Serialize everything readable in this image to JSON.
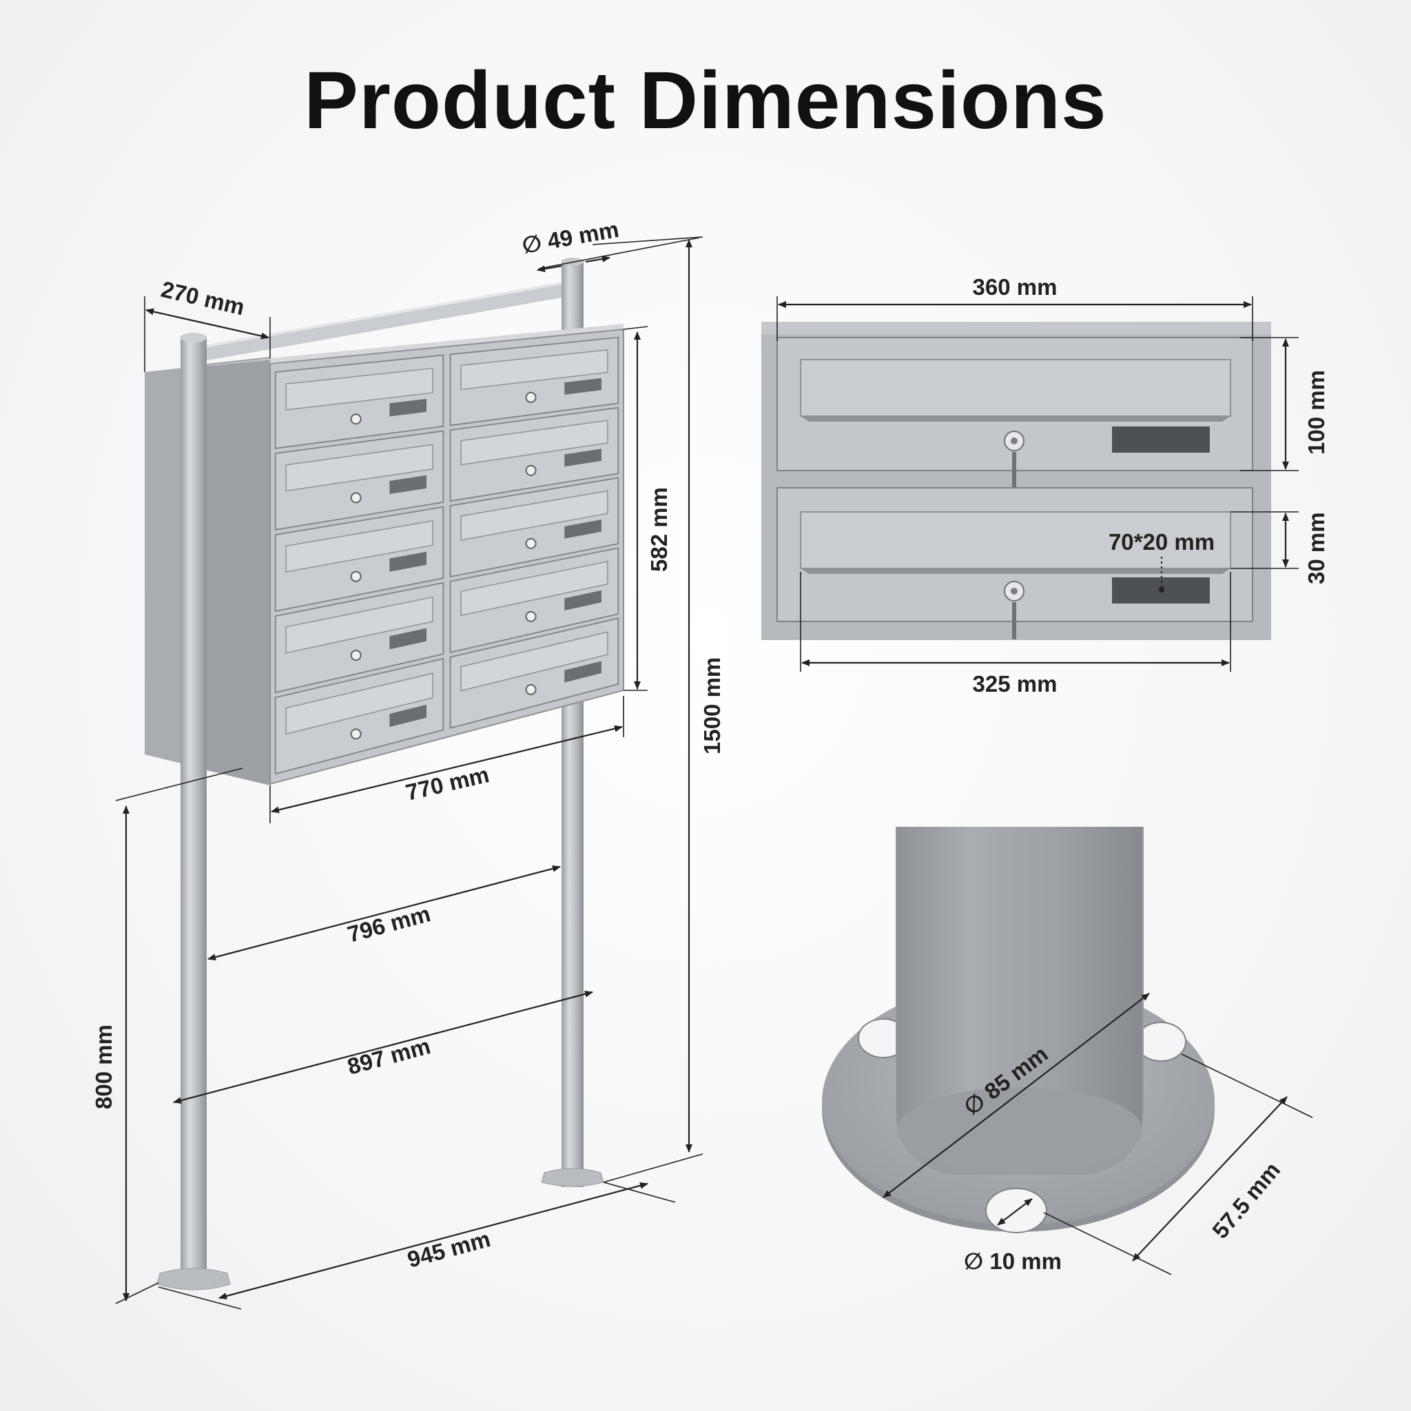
{
  "title": "Product Dimensions",
  "colors": {
    "metal_light": "#c9ccd0",
    "metal_mid": "#a9adb2",
    "metal_dark": "#8e9297",
    "line": "#222222",
    "window": "#4d5156"
  },
  "dimensions": {
    "pipe_diameter": "∅ 49 mm",
    "depth": "270 mm",
    "box_height": "582 mm",
    "total_height": "1500 mm",
    "box_width": "770 mm",
    "post_spacing_inner": "796 mm",
    "post_spacing_outer": "897 mm",
    "leg_height": "800 mm",
    "base_width": "945 mm",
    "door_width": "360 mm",
    "door_height": "100 mm",
    "slot_height": "30 mm",
    "name_plate": "70*20 mm",
    "slot_width": "325 mm",
    "post_diameter": "∅ 85 mm",
    "flange_width": "57.5 mm",
    "hole_diameter": "∅ 10 mm"
  }
}
